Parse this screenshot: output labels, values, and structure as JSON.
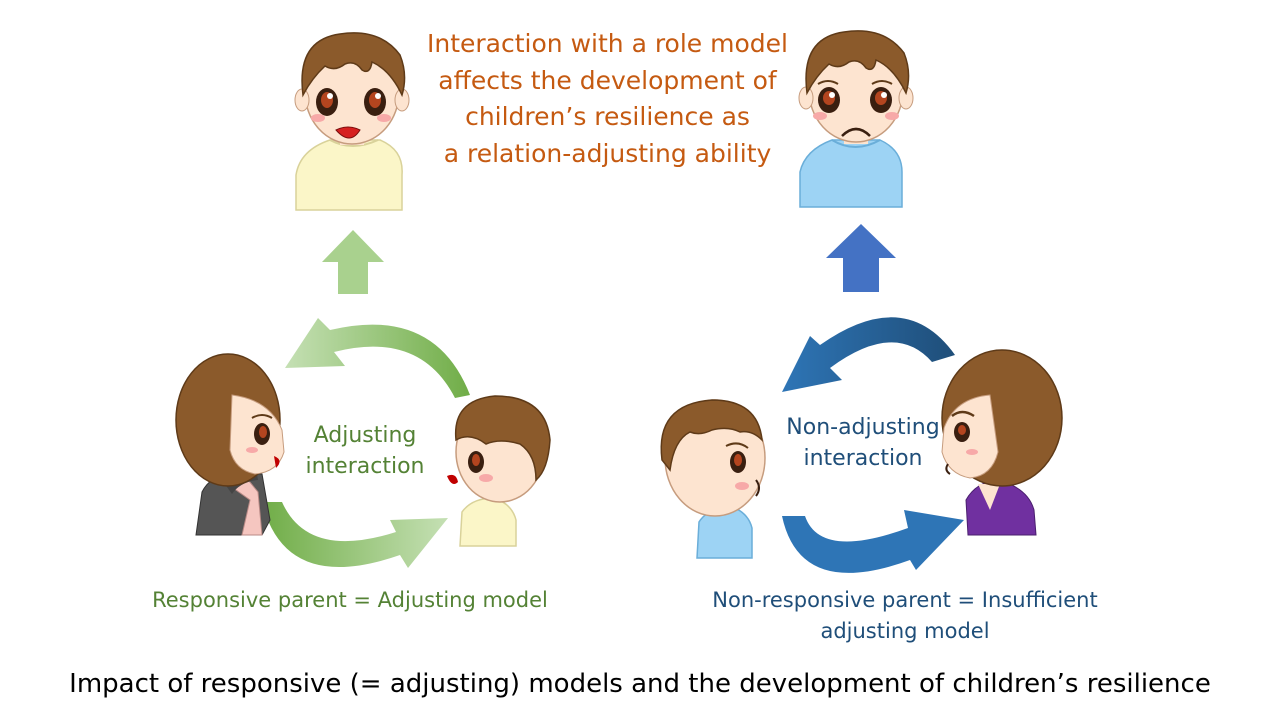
{
  "headline": {
    "lines": [
      "Interaction with a role model",
      "affects the development of",
      "children’s resilience as",
      "a relation-adjusting ability"
    ]
  },
  "responsive_side": {
    "cycle_label": [
      "Adjusting",
      "interaction"
    ],
    "caption": "Responsive parent = Adjusting model"
  },
  "nonresponsive_side": {
    "cycle_label": [
      "Non-adjusting",
      "interaction"
    ],
    "caption": [
      "Non-responsive parent = Insufficient",
      "adjusting model"
    ]
  },
  "title": "Impact of responsive (= adjusting) models and the development of children’s resilience",
  "colors": {
    "headline": "#c55a11",
    "green_text": "#548235",
    "green_arrow": "#a9d18e",
    "blue_text": "#1f4e79",
    "blue_arrow": "#2e75b6",
    "blue_up_arrow": "#4472c4"
  }
}
